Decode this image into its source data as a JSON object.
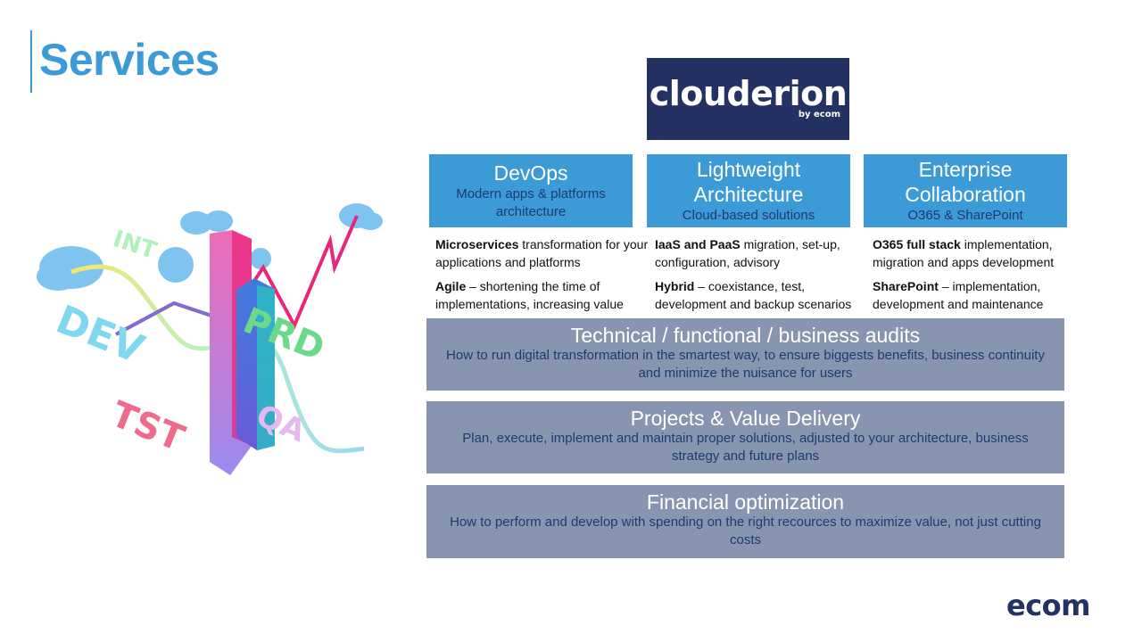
{
  "title": "Services",
  "logo": {
    "word": "clouderion",
    "sub": "by ecom"
  },
  "services": [
    {
      "title": "DevOps",
      "subtitle": "Modern apps & platforms architecture",
      "items": [
        {
          "bold": "Microservices",
          "text": " transformation for your applications and platforms"
        },
        {
          "bold": "Agile",
          "text": " – shortening the time of implementations, increasing value"
        }
      ]
    },
    {
      "title": "Lightweight Architecture",
      "subtitle": "Cloud-based solutions",
      "items": [
        {
          "bold": "IaaS and PaaS",
          "text": " migration, set-up, configuration, advisory"
        },
        {
          "bold": "Hybrid",
          "text": " – coexistance, test, development and backup scenarios"
        }
      ]
    },
    {
      "title": "Enterprise Collaboration",
      "subtitle": "O365 & SharePoint",
      "items": [
        {
          "bold": "O365 full stack",
          "text": " implementation, migration and apps development"
        },
        {
          "bold": "SharePoint",
          "text": " – implementation, development and maintenance"
        }
      ]
    }
  ],
  "bands": [
    {
      "title": "Technical / functional / business audits",
      "desc": "How to run digital transformation in the smartest way, to ensure biggests benefits, business continuity and minimize the nuisance for users"
    },
    {
      "title": "Projects & Value Delivery",
      "desc": "Plan, execute, implement and maintain proper solutions, adjusted to your architecture, business strategy and future plans"
    },
    {
      "title": "Financial optimization",
      "desc": "How to perform and develop with spending on the right recources to maximize value, not just cutting costs"
    }
  ],
  "illustration": {
    "labels": [
      "INT",
      "DEV",
      "PRD",
      "QA",
      "TST"
    ]
  },
  "footer_logo": "ecom",
  "colors": {
    "accent": "#3c9ad6",
    "navy": "#233263",
    "band": "#8895b0"
  }
}
